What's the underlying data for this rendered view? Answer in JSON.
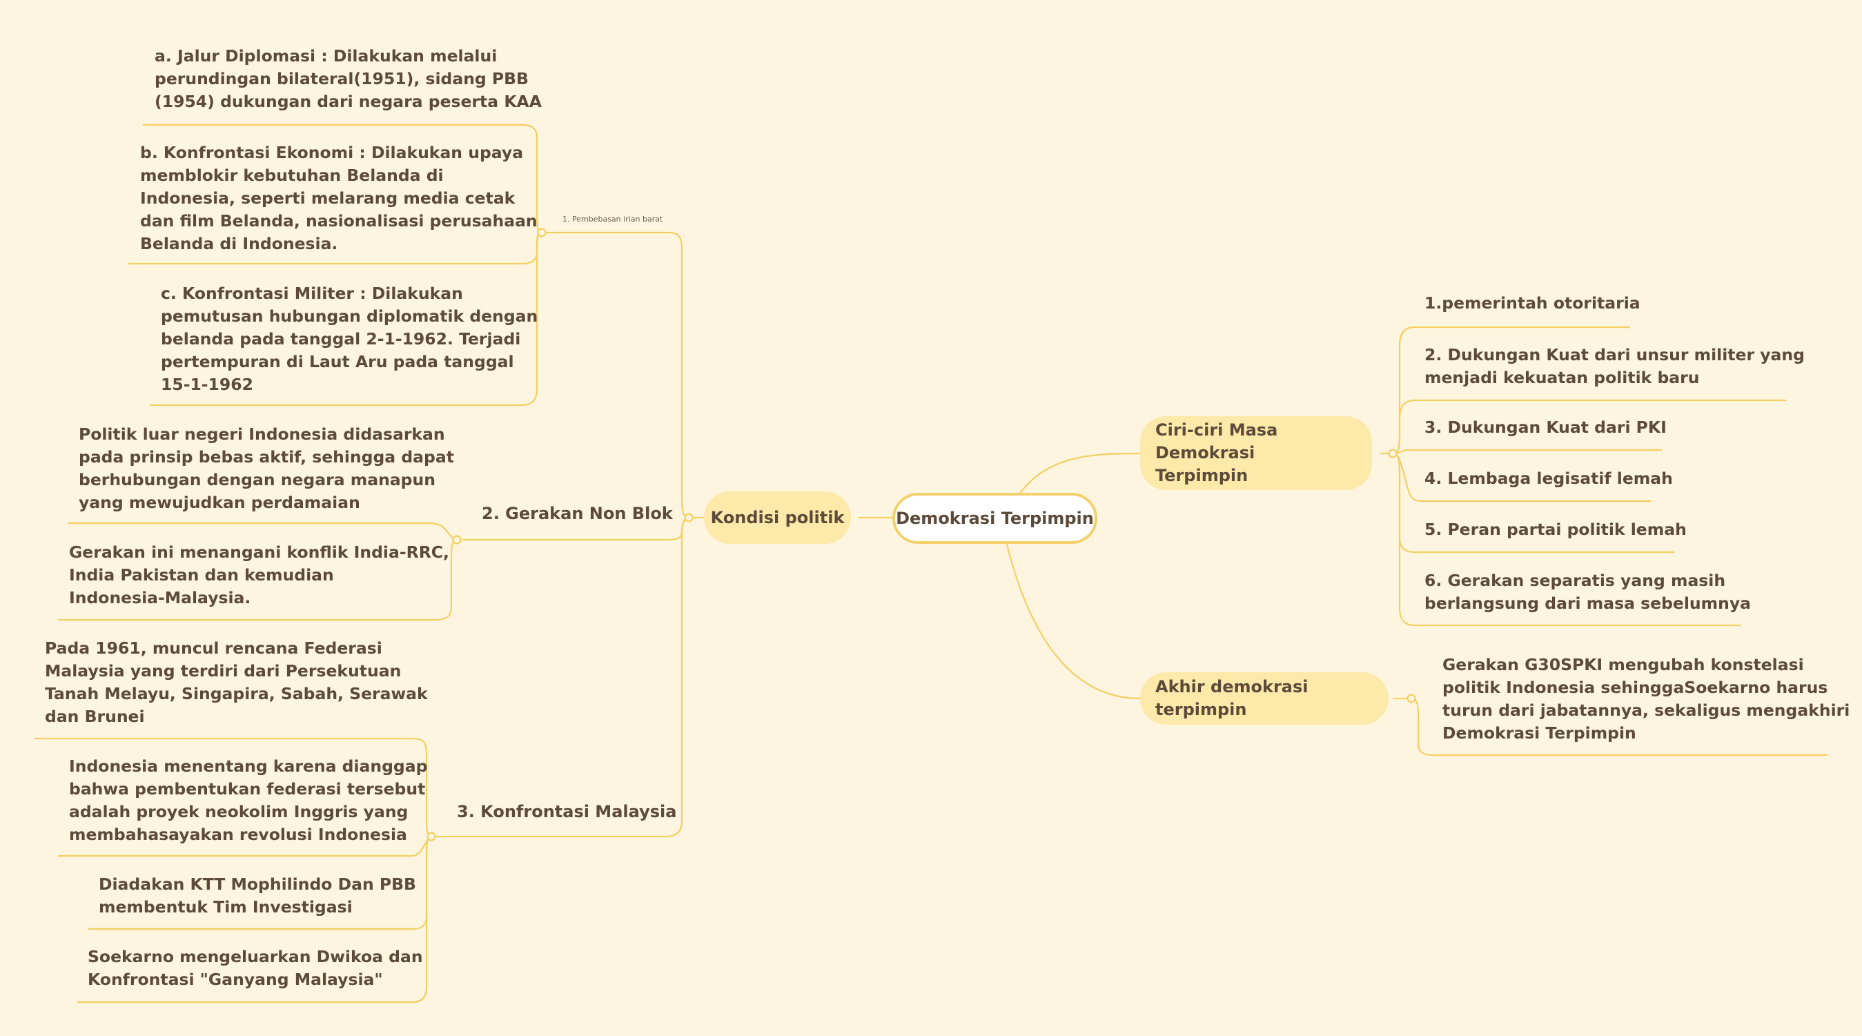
{
  "colors": {
    "background": "#fdf5df",
    "line": "#f4cf62",
    "topic": "#fde9a9",
    "text": "#5c4a3a"
  },
  "root": "Demokrasi Terpimpin",
  "kondisi": {
    "label": "Kondisi politik",
    "irian": {
      "label": "1. Pembebasan irian barat",
      "a": "a. Jalur Diplomasi : Dilakukan melalui\nperundingan bilateral(1951), sidang PBB\n(1954) dukungan dari negara peserta KAA",
      "b": "b. Konfrontasi Ekonomi : Dilakukan upaya\nmemblokir kebutuhan Belanda di\nIndonesia,  seperti melarang media cetak\ndan film Belanda, nasionalisasi perusahaan\nBelanda di Indonesia.",
      "c": "c. Konfrontasi Militer : Dilakukan\npemutusan hubungan diplomatik dengan\nbelanda pada tanggal 2-1-1962. Terjadi\npertempuran di Laut Aru pada tanggal\n15-1-1962"
    },
    "nonblok": {
      "label": "2. Gerakan Non Blok",
      "a": "Politik luar negeri Indonesia didasarkan\npada prinsip bebas aktif, sehingga dapat\nberhubungan dengan negara manapun\nyang mewujudkan perdamaian",
      "b": "Gerakan ini menangani konflik India-RRC,\nIndia Pakistan dan kemudian\nIndonesia-Malaysia."
    },
    "malaysia": {
      "label": "3. Konfrontasi Malaysia",
      "a": "Pada 1961, muncul rencana Federasi\nMalaysia yang terdiri dari Persekutuan\nTanah Melayu, Singapira, Sabah, Serawak\ndan Brunei",
      "b": "Indonesia menentang karena dianggap\nbahwa pembentukan federasi tersebut\nadalah proyek neokolim Inggris yang\nmembahasayakan revolusi Indonesia",
      "c": "Diadakan KTT Mophilindo Dan PBB\nmembentuk Tim Investigasi",
      "d": "Soekarno mengeluarkan Dwikoa dan\nKonfrontasi \"Ganyang Malaysia\""
    }
  },
  "ciri": {
    "label": "Ciri-ciri Masa Demokrasi\nTerpimpin",
    "items": [
      "1.pemerintah otoritaria",
      "2. Dukungan Kuat dari unsur militer yang\nmenjadi kekuatan politik baru",
      "3. Dukungan Kuat dari PKI",
      "4. Lembaga legisatif lemah",
      "5. Peran partai politik lemah",
      "6. Gerakan separatis yang masih\nberlangsung dari masa sebelumnya"
    ]
  },
  "akhir": {
    "label": "Akhir demokrasi terpimpin",
    "text": "Gerakan G30SPKI mengubah konstelasi\npolitik Indonesia sehinggaSoekarno harus\nturun dari jabatannya, sekaligus mengakhiri\nDemokrasi Terpimpin"
  }
}
